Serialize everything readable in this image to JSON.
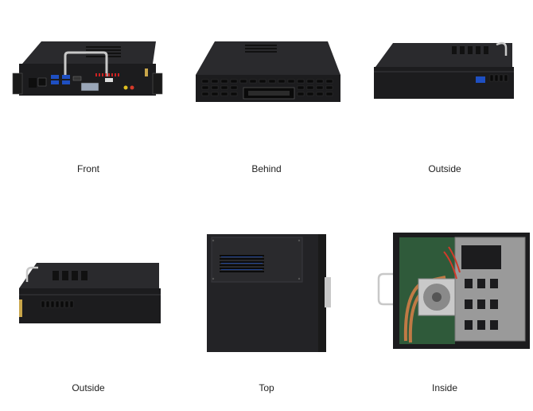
{
  "gallery": {
    "items": [
      {
        "caption": "Front"
      },
      {
        "caption": "Behind"
      },
      {
        "caption": "Outside"
      },
      {
        "caption": "Outside"
      },
      {
        "caption": "Top"
      },
      {
        "caption": "Inside"
      }
    ]
  },
  "colors": {
    "chassis_dark": "#1c1c1e",
    "chassis_mid": "#2a2a2d",
    "chassis_light": "#3a3a3e",
    "handle_silver": "#c8c8c8",
    "port_blue": "#1e4fc2",
    "copper": "#c07a45",
    "metal_plate": "#9a9a9a",
    "board_green": "#2f5a3a",
    "cable_red": "#d23a2a"
  }
}
